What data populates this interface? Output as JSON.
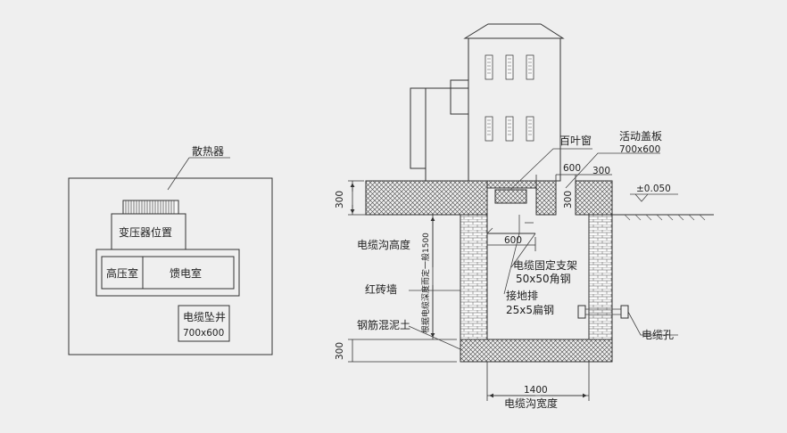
{
  "plan": {
    "radiator": "散热器",
    "transformer_position": "变压器位置",
    "high_voltage_room": "高压室",
    "feeder_room": "馈电室",
    "cable_pit_line1": "电缆坠井",
    "cable_pit_line2": "700x600"
  },
  "section": {
    "louver_window": "百叶窗",
    "movable_cover_line1": "活动盖板",
    "movable_cover_line2": "700x600",
    "dim_600_top": "600",
    "dim_300_top": "300",
    "elevation": "±0.050",
    "dim_300_left_top": "300",
    "dim_600_mid": "600",
    "trench_height": "电缆沟高度",
    "trench_depth_note": "根据电缆深度而定一般1500",
    "cable_bracket_line1": "电缆固定支架",
    "cable_bracket_line2": "50x50角钢",
    "ground_bar_line1": "接地排",
    "ground_bar_line2": "25x5扁钢",
    "brick_wall": "红砖墙",
    "reinforced_concrete": "钢筋混泥土",
    "cable_hole": "电缆孔",
    "dim_300_left_bottom": "300",
    "dim_1400": "1400",
    "trench_width": "电缆沟宽度"
  },
  "colors": {
    "background": "#efefef",
    "line": "#333333"
  }
}
